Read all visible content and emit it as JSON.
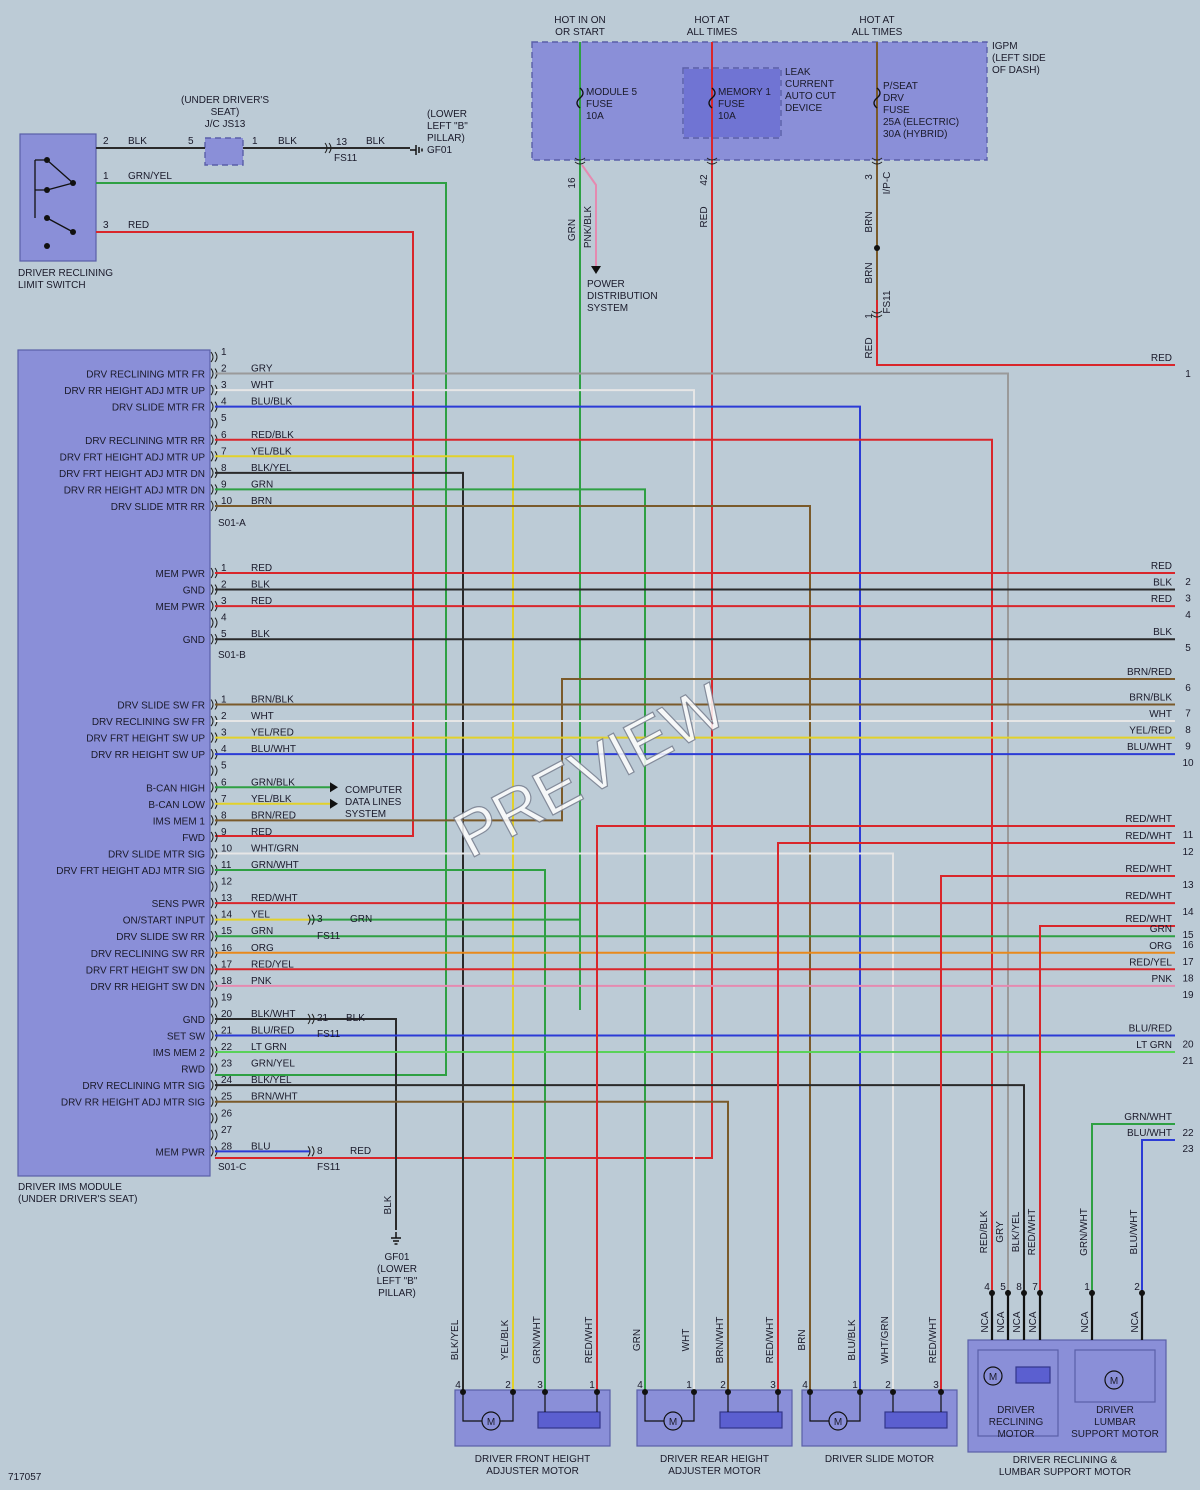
{
  "colors": {
    "RED": "#d9262b",
    "BLK": "#2a2a2a",
    "GRN": "#2ea043",
    "GRY": "#9a9a9a",
    "WHT": "#e6e6e6",
    "BLU": "#2b3bd6",
    "BRN": "#7a5a2a",
    "YEL": "#e2d12a",
    "ORG": "#e8891c",
    "PNK": "#e58ab0",
    "LTGRN": "#59d259",
    "BG": "#bccbd6",
    "BOX": "#8a8fd8"
  },
  "header": {
    "hot_start": [
      "HOT IN ON",
      "OR START"
    ],
    "hot_all_1": [
      "HOT AT",
      "ALL TIMES"
    ],
    "hot_all_2": [
      "HOT AT",
      "ALL TIMES"
    ]
  },
  "igpm": {
    "label": [
      "IGPM",
      "(LEFT SIDE",
      "OF DASH)"
    ],
    "fuse1": [
      "MODULE 5",
      "FUSE",
      "10A"
    ],
    "fuse2": [
      "MEMORY 1",
      "FUSE",
      "10A"
    ],
    "leak": [
      "LEAK",
      "CURRENT",
      "AUTO CUT",
      "DEVICE"
    ],
    "fuse3": [
      "P/SEAT",
      "DRV",
      "FUSE",
      "25A  (ELECTRIC)",
      "30A  (HYBRID)"
    ],
    "pin16": "16",
    "pin42": "42",
    "pin3": "3",
    "conn_ipc": "I/P-C"
  },
  "power_dist": [
    "POWER",
    "DISTRIBUTION",
    "SYSTEM"
  ],
  "top_wires": {
    "grn": "GRN",
    "pnkblk": "PNK/BLK",
    "red": "RED",
    "brn1": "BRN",
    "brn2": "BRN",
    "fs11": "FS11",
    "pin1": "1",
    "red2": "RED"
  },
  "limit_switch": {
    "label": [
      "DRIVER RECLINING",
      "LIMIT SWITCH"
    ],
    "pins": [
      {
        "n": "2",
        "w": "BLK"
      },
      {
        "n": "1",
        "w": "GRN/YEL"
      },
      {
        "n": "3",
        "w": "RED"
      }
    ]
  },
  "jc": {
    "label": [
      "(UNDER DRIVER'S",
      "SEAT)",
      "J/C JS13"
    ],
    "pin5": "5",
    "pin1": "1",
    "blk": "BLK",
    "pin13": "13",
    "blk2": "BLK",
    "fs11": "FS11",
    "ground": [
      "(LOWER",
      "LEFT \"B\"",
      "PILLAR)",
      "GF01"
    ]
  },
  "module": {
    "label": [
      "DRIVER IMS MODULE",
      "(UNDER DRIVER'S SEAT)"
    ],
    "conn_a": "S01-A",
    "conn_b": "S01-B",
    "conn_c": "S01-C",
    "pins_a": [
      {
        "n": "1",
        "w": "",
        "f": ""
      },
      {
        "n": "2",
        "w": "GRY",
        "f": "DRV RECLINING MTR FR"
      },
      {
        "n": "3",
        "w": "WHT",
        "f": "DRV RR HEIGHT ADJ MTR UP"
      },
      {
        "n": "4",
        "w": "BLU/BLK",
        "f": "DRV SLIDE MTR FR"
      },
      {
        "n": "5",
        "w": "",
        "f": ""
      },
      {
        "n": "6",
        "w": "RED/BLK",
        "f": "DRV RECLINING MTR RR"
      },
      {
        "n": "7",
        "w": "YEL/BLK",
        "f": "DRV FRT HEIGHT ADJ MTR UP"
      },
      {
        "n": "8",
        "w": "BLK/YEL",
        "f": "DRV FRT HEIGHT ADJ MTR DN"
      },
      {
        "n": "9",
        "w": "GRN",
        "f": "DRV RR HEIGHT ADJ MTR DN"
      },
      {
        "n": "10",
        "w": "BRN",
        "f": "DRV SLIDE MTR RR"
      }
    ],
    "pins_b": [
      {
        "n": "1",
        "w": "RED",
        "f": "MEM PWR"
      },
      {
        "n": "2",
        "w": "BLK",
        "f": "GND"
      },
      {
        "n": "3",
        "w": "RED",
        "f": "MEM PWR"
      },
      {
        "n": "4",
        "w": "",
        "f": ""
      },
      {
        "n": "5",
        "w": "BLK",
        "f": "GND"
      }
    ],
    "pins_c": [
      {
        "n": "1",
        "w": "BRN/BLK",
        "f": "DRV SLIDE SW FR"
      },
      {
        "n": "2",
        "w": "WHT",
        "f": "DRV RECLINING SW FR"
      },
      {
        "n": "3",
        "w": "YEL/RED",
        "f": "DRV FRT HEIGHT SW UP"
      },
      {
        "n": "4",
        "w": "BLU/WHT",
        "f": "DRV RR HEIGHT SW UP"
      },
      {
        "n": "5",
        "w": "",
        "f": ""
      },
      {
        "n": "6",
        "w": "GRN/BLK",
        "f": "B-CAN HIGH"
      },
      {
        "n": "7",
        "w": "YEL/BLK",
        "f": "B-CAN LOW"
      },
      {
        "n": "8",
        "w": "BRN/RED",
        "f": "IMS MEM 1"
      },
      {
        "n": "9",
        "w": "RED",
        "f": "FWD"
      },
      {
        "n": "10",
        "w": "WHT/GRN",
        "f": "DRV SLIDE MTR SIG"
      },
      {
        "n": "11",
        "w": "GRN/WHT",
        "f": "DRV FRT HEIGHT ADJ MTR SIG"
      },
      {
        "n": "12",
        "w": "",
        "f": ""
      },
      {
        "n": "13",
        "w": "RED/WHT",
        "f": "SENS PWR"
      },
      {
        "n": "14",
        "w": "YEL",
        "f": "ON/START INPUT"
      },
      {
        "n": "15",
        "w": "GRN",
        "f": "DRV SLIDE SW RR"
      },
      {
        "n": "16",
        "w": "ORG",
        "f": "DRV RECLINING SW RR"
      },
      {
        "n": "17",
        "w": "RED/YEL",
        "f": "DRV FRT HEIGHT SW DN"
      },
      {
        "n": "18",
        "w": "PNK",
        "f": "DRV RR HEIGHT SW DN"
      },
      {
        "n": "19",
        "w": "",
        "f": ""
      },
      {
        "n": "20",
        "w": "BLK/WHT",
        "f": "GND"
      },
      {
        "n": "21",
        "w": "BLU/RED",
        "f": "SET SW"
      },
      {
        "n": "22",
        "w": "LT GRN",
        "f": "IMS MEM 2"
      },
      {
        "n": "23",
        "w": "GRN/YEL",
        "f": "RWD"
      },
      {
        "n": "24",
        "w": "BLK/YEL",
        "f": "DRV RECLINING MTR SIG"
      },
      {
        "n": "25",
        "w": "BRN/WHT",
        "f": "DRV RR HEIGHT ADJ MTR SIG"
      },
      {
        "n": "26",
        "w": "",
        "f": ""
      },
      {
        "n": "27",
        "w": "",
        "f": ""
      },
      {
        "n": "28",
        "w": "BLU",
        "f": "MEM PWR"
      }
    ]
  },
  "computer_data": [
    "COMPUTER",
    "DATA LINES",
    "SYSTEM"
  ],
  "splices": {
    "s14": {
      "n": "3",
      "w": "GRN",
      "c": "FS11"
    },
    "s20": {
      "n": "21",
      "w": "BLK",
      "c": "FS11"
    },
    "s28": {
      "n": "8",
      "w": "RED",
      "c": "FS11"
    }
  },
  "gf01_bottom": {
    "wire": "BLK",
    "label": [
      "GF01",
      "(LOWER",
      "LEFT \"B\"",
      "PILLAR)"
    ]
  },
  "right_edge": [
    {
      "n": "1",
      "w": "RED"
    },
    {
      "n": "2",
      "w": "RED"
    },
    {
      "n": "3",
      "w": "BLK"
    },
    {
      "n": "4",
      "w": "RED"
    },
    {
      "n": "5",
      "w": "BLK"
    },
    {
      "n": "6",
      "w": "BRN/RED"
    },
    {
      "n": "7",
      "w": "BRN/BLK"
    },
    {
      "n": "8",
      "w": "WHT"
    },
    {
      "n": "9",
      "w": "YEL/RED"
    },
    {
      "n": "10",
      "w": "BLU/WHT"
    },
    {
      "n": "11",
      "w": "RED/WHT"
    },
    {
      "n": "12",
      "w": "RED/WHT"
    },
    {
      "n": "13",
      "w": "RED/WHT"
    },
    {
      "n": "14",
      "w": "RED/WHT"
    },
    {
      "n": "15",
      "w": "RED/WHT"
    },
    {
      "n": "16",
      "w": "GRN"
    },
    {
      "n": "17",
      "w": "ORG"
    },
    {
      "n": "18",
      "w": "RED/YEL"
    },
    {
      "n": "19",
      "w": "PNK"
    },
    {
      "n": "20",
      "w": "BLU/RED"
    },
    {
      "n": "21",
      "w": "LT GRN"
    },
    {
      "n": "22",
      "w": "GRN/WHT"
    },
    {
      "n": "23",
      "w": "BLU/WHT"
    }
  ],
  "motors": {
    "front": {
      "label": [
        "DRIVER FRONT HEIGHT",
        "ADJUSTER MOTOR"
      ],
      "wires": [
        {
          "n": "4",
          "w": "BLK/YEL"
        },
        {
          "n": "2",
          "w": "YEL/BLK"
        },
        {
          "n": "3",
          "w": "GRN/WHT"
        },
        {
          "n": "1",
          "w": "RED/WHT"
        }
      ]
    },
    "rear": {
      "label": [
        "DRIVER REAR HEIGHT",
        "ADJUSTER MOTOR"
      ],
      "wires": [
        {
          "n": "4",
          "w": "GRN"
        },
        {
          "n": "1",
          "w": "WHT"
        },
        {
          "n": "2",
          "w": "BRN/WHT"
        },
        {
          "n": "3",
          "w": "RED/WHT"
        }
      ]
    },
    "slide": {
      "label": [
        "DRIVER SLIDE MOTOR"
      ],
      "wires": [
        {
          "n": "4",
          "w": "BRN"
        },
        {
          "n": "1",
          "w": "BLU/BLK"
        },
        {
          "n": "2",
          "w": "WHT/GRN"
        },
        {
          "n": "3",
          "w": "RED/WHT"
        }
      ]
    },
    "recline": {
      "label": [
        "DRIVER RECLINING &",
        "LUMBAR SUPPORT MOTOR"
      ],
      "sub1": [
        "DRIVER",
        "RECLINING",
        "MOTOR"
      ],
      "sub2": [
        "DRIVER",
        "LUMBAR",
        "SUPPORT MOTOR"
      ],
      "wires": [
        {
          "n": "4",
          "w": "RED/BLK"
        },
        {
          "n": "5",
          "w": "GRY"
        },
        {
          "n": "8",
          "w": "BLK/YEL"
        },
        {
          "n": "7",
          "w": "RED/WHT"
        },
        {
          "n": "1",
          "w": "GRN/WHT"
        },
        {
          "n": "2",
          "w": "BLU/WHT"
        }
      ],
      "nca": "NCA"
    }
  },
  "m_glyph": "M",
  "diagram_id": "717057",
  "watermark": "PREVIEW"
}
